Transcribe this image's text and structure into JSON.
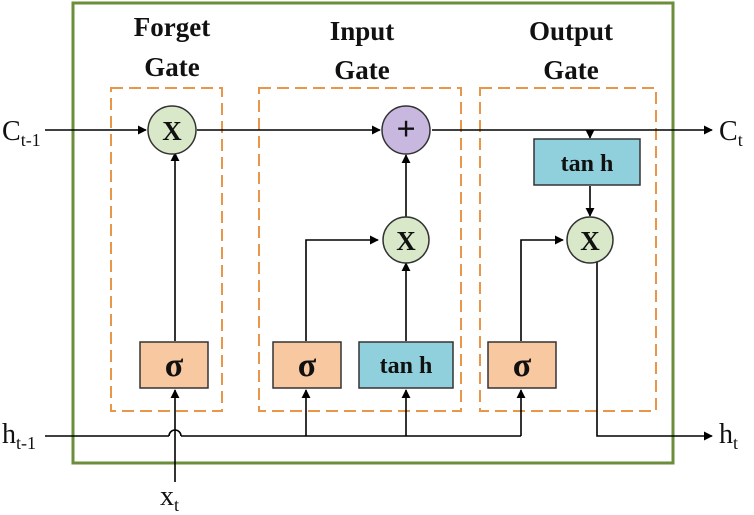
{
  "gates": {
    "forget": {
      "line1": "Forget",
      "line2": "Gate"
    },
    "input": {
      "line1": "Input",
      "line2": "Gate"
    },
    "output": {
      "line1": "Output",
      "line2": "Gate"
    }
  },
  "inputs": {
    "cell_prev": {
      "main": "C",
      "sub": "t-1"
    },
    "hidden_prev": {
      "main": "h",
      "sub": "t-1"
    },
    "x": {
      "main": "x",
      "sub": "t"
    }
  },
  "outputs": {
    "cell": {
      "main": "C",
      "sub": "t"
    },
    "hidden": {
      "main": "h",
      "sub": "t"
    }
  },
  "operators": {
    "multiply": "X",
    "add": "+"
  },
  "activations": {
    "sigmoid": "σ",
    "tanh": "tan h"
  },
  "colors": {
    "frame": "#6b8e3a",
    "gate_border": "#e8964a",
    "sigmoid_fill": "#f8c8a0",
    "tanh_fill": "#8fd0dc",
    "multiply_fill": "#d8e8c8",
    "add_fill": "#c8b8e0"
  }
}
